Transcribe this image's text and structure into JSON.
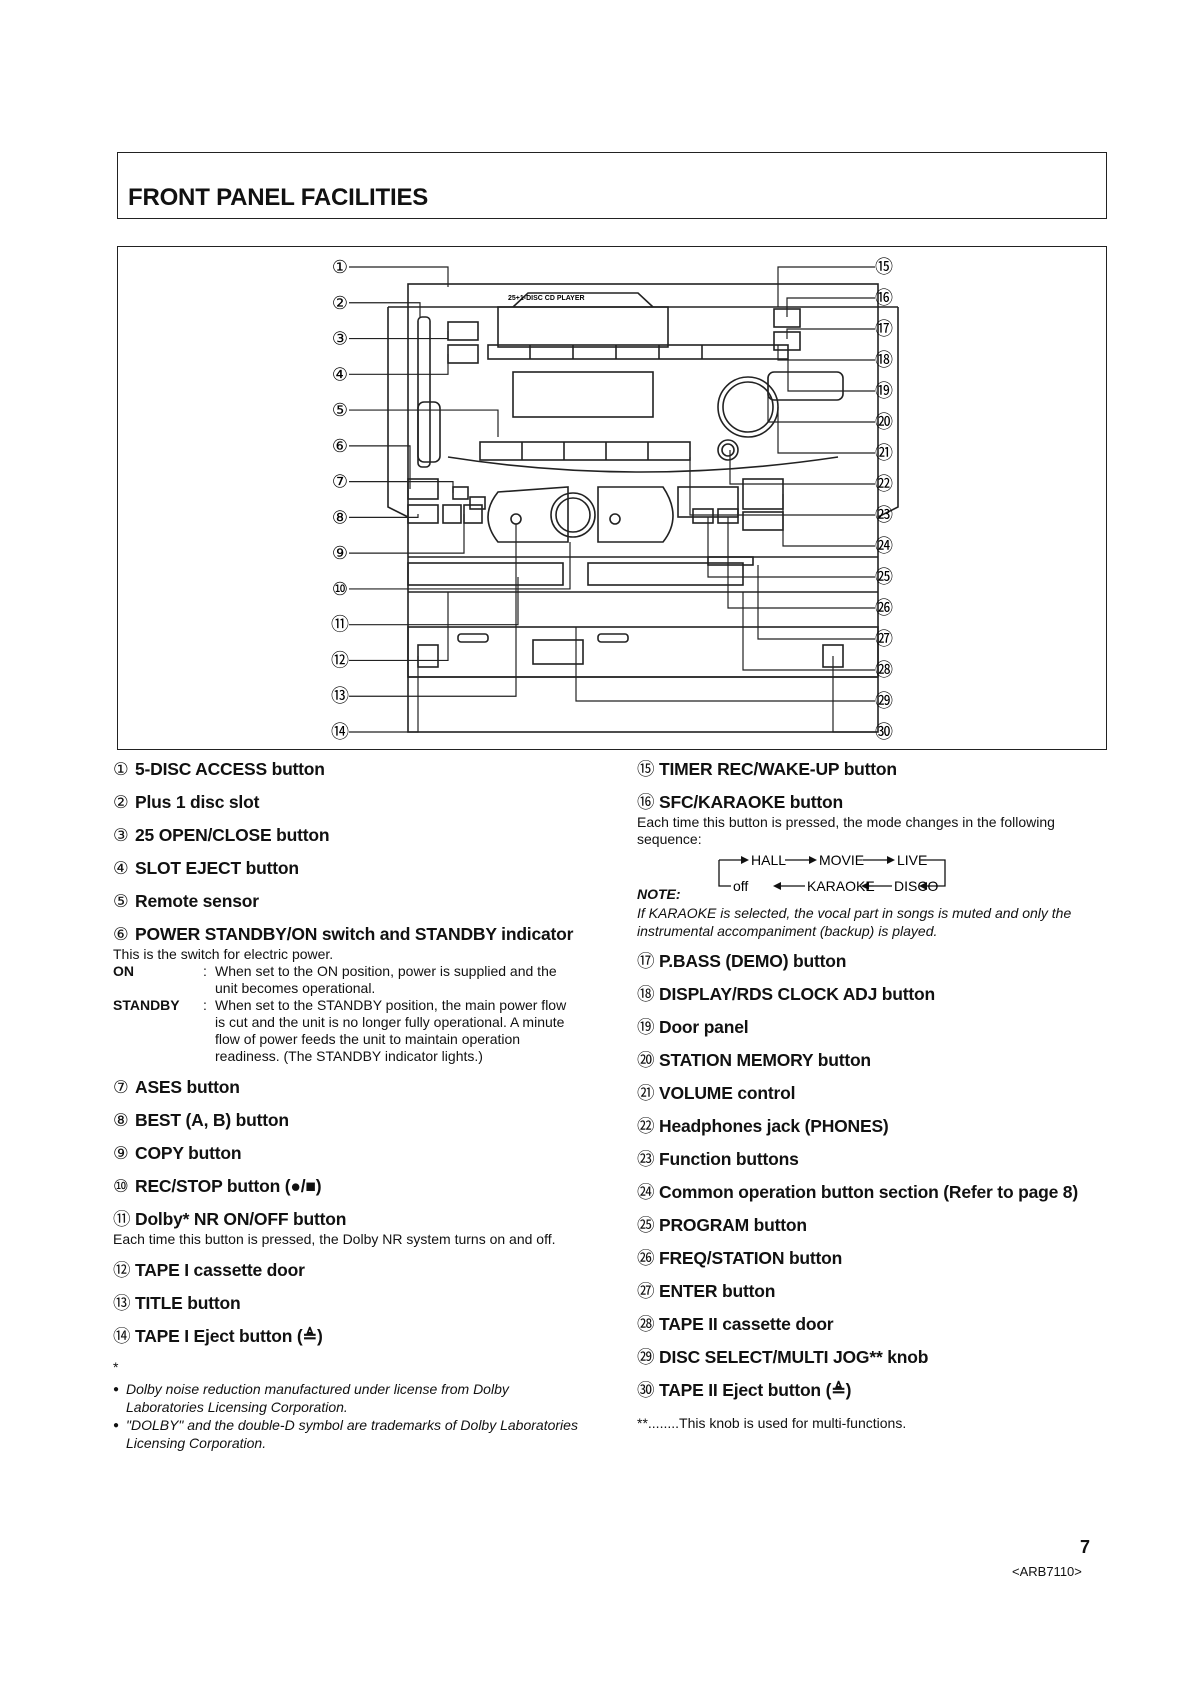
{
  "header": {
    "title": "FRONT PANEL FACILITIES"
  },
  "figure": {
    "front_label": "25+1-DISC CD PLAYER",
    "left_callouts": [
      "①",
      "②",
      "③",
      "④",
      "⑤",
      "⑥",
      "⑦",
      "⑧",
      "⑨",
      "⑩",
      "⑪",
      "⑫",
      "⑬",
      "⑭"
    ],
    "right_callouts": [
      "⑮",
      "⑯",
      "⑰",
      "⑱",
      "⑲",
      "⑳",
      "㉑",
      "㉒",
      "㉓",
      "㉔",
      "㉕",
      "㉖",
      "㉗",
      "㉘",
      "㉙",
      "㉚"
    ]
  },
  "left_items": {
    "i1": {
      "num": "①",
      "label": "5-DISC ACCESS button"
    },
    "i2": {
      "num": "②",
      "label": "Plus 1 disc slot"
    },
    "i3": {
      "num": "③",
      "label": "25 OPEN/CLOSE button"
    },
    "i4": {
      "num": "④",
      "label": "SLOT EJECT button"
    },
    "i5": {
      "num": "⑤",
      "label": "Remote sensor"
    },
    "i6": {
      "num": "⑥",
      "label": "POWER STANDBY/ON switch and STANDBY indicator",
      "desc": "This is the switch for electric power.",
      "on_term": "ON",
      "on_text": "When set to the ON position, power is supplied and the unit becomes operational.",
      "standby_term": "STANDBY",
      "standby_text": "When set to the STANDBY position, the main power flow is cut and the unit is no longer fully operational. A minute flow of power feeds the unit to maintain operation readiness. (The STANDBY indicator lights.)"
    },
    "i7": {
      "num": "⑦",
      "label": "ASES button"
    },
    "i8": {
      "num": "⑧",
      "label": "BEST (A, B) button"
    },
    "i9": {
      "num": "⑨",
      "label": "COPY button"
    },
    "i10": {
      "num": "⑩",
      "label": "REC/STOP button (●/■)"
    },
    "i11": {
      "num": "⑪",
      "label": "Dolby* NR ON/OFF button",
      "desc": "Each time this button is pressed, the Dolby NR system turns on and off."
    },
    "i12": {
      "num": "⑫",
      "label": "TAPE I cassette door"
    },
    "i13": {
      "num": "⑬",
      "label": "TITLE button"
    },
    "i14": {
      "num": "⑭",
      "label": "TAPE I Eject button (≜)"
    }
  },
  "footnote": {
    "mark": "*",
    "line1": "Dolby noise reduction manufactured under license from Dolby Laboratories Licensing Corporation.",
    "line2": "\"DOLBY\" and the double-D symbol are trademarks of Dolby Laboratories Licensing Corporation."
  },
  "right_items": {
    "i15": {
      "num": "⑮",
      "label": "TIMER REC/WAKE-UP button"
    },
    "i16": {
      "num": "⑯",
      "label": "SFC/KARAOKE button",
      "desc": "Each time this button is pressed, the mode changes in the following sequence:",
      "seq_top": [
        "HALL",
        "MOVIE",
        "LIVE"
      ],
      "seq_bottom": [
        "off",
        "KARAOKE",
        "DISCO"
      ],
      "note_head": "NOTE:",
      "note": "If KARAOKE is selected, the vocal part in songs is muted and only the instrumental accompaniment (backup) is played."
    },
    "i17": {
      "num": "⑰",
      "label": "P.BASS (DEMO) button"
    },
    "i18": {
      "num": "⑱",
      "label": "DISPLAY/RDS CLOCK ADJ button"
    },
    "i19": {
      "num": "⑲",
      "label": "Door panel"
    },
    "i20": {
      "num": "⑳",
      "label": "STATION MEMORY button"
    },
    "i21": {
      "num": "㉑",
      "label": "VOLUME control"
    },
    "i22": {
      "num": "㉒",
      "label": "Headphones jack (PHONES)"
    },
    "i23": {
      "num": "㉓",
      "label": "Function buttons"
    },
    "i24": {
      "num": "㉔",
      "label": "Common operation button section (Refer to page 8)"
    },
    "i25": {
      "num": "㉕",
      "label": "PROGRAM button"
    },
    "i26": {
      "num": "㉖",
      "label": "FREQ/STATION button"
    },
    "i27": {
      "num": "㉗",
      "label": "ENTER button"
    },
    "i28": {
      "num": "㉘",
      "label": "TAPE II cassette door"
    },
    "i29": {
      "num": "㉙",
      "label": "DISC SELECT/MULTI JOG** knob"
    },
    "i30": {
      "num": "㉚",
      "label": "TAPE II Eject button (≜)"
    },
    "footnote": "**........This knob is used for multi-functions."
  },
  "page": {
    "number": "7",
    "code": "<ARB7110>"
  }
}
